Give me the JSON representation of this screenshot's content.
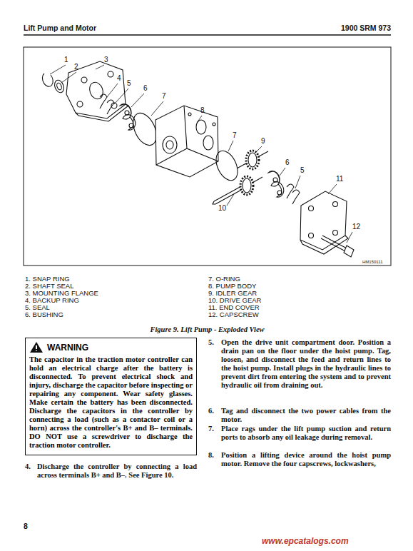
{
  "diagram": {
    "caption": "Figure 9. Lift Pump - Exploded View",
    "nodes": [
      {
        "text": [
          "WARNING",
          "The capacitor in the traction motor controller can hold an electrical charge after the battery is disconnected. To prevent electrical shock and injury, discharge the capacitor before inspecting or repairing any component. Wear safety glasses. Make certain the battery has been disconnected. Discharge the capacitors in the controller by connecting a load (such as a contactor coil or a horn) across the controller's B+ and B– terminals. DO NOT use a screwdriver to discharge the traction motor controller."
        ]
      }
    ],
    "labels": [
      "Lift Pump and Motor",
      "1900 SRM 973",
      "1",
      "2",
      "3",
      "4",
      "5",
      "6",
      "7",
      "8",
      "7",
      "9",
      "6",
      "5",
      "11",
      "10",
      "12",
      "HM150111",
      "1. SNAP RING",
      "2. SHAFT SEAL",
      "3. MOUNTING FLANGE",
      "4. BACKUP RING",
      "5. SEAL",
      "6. BUSHING",
      "7. O-RING",
      "8. PUMP BODY",
      "9. IDLER GEAR",
      "10. DRIVE GEAR",
      "11. END COVER",
      "12. CAPSCREW",
      "4.",
      "Discharge the controller by connecting a load across terminals B+ and B–. See Figure 10.",
      "5.",
      "Open the drive unit compartment door. Position a drain pan on the floor under the hoist pump. Tag, loosen, and disconnect the feed and return lines to the hoist pump. Install plugs in the hydraulic lines to prevent dirt from entering the system and to prevent hydraulic oil from draining out.",
      "6.",
      "Tag and disconnect the two power cables from the motor.",
      "7.",
      "Place rags under the lift pump suction and return ports to absorb any oil leakage during removal.",
      "8.",
      "Position a lifting device around the hoist pump motor. Remove the four capscrews, lockwashers,",
      "8",
      "www.epcatalogs.com"
    ]
  }
}
